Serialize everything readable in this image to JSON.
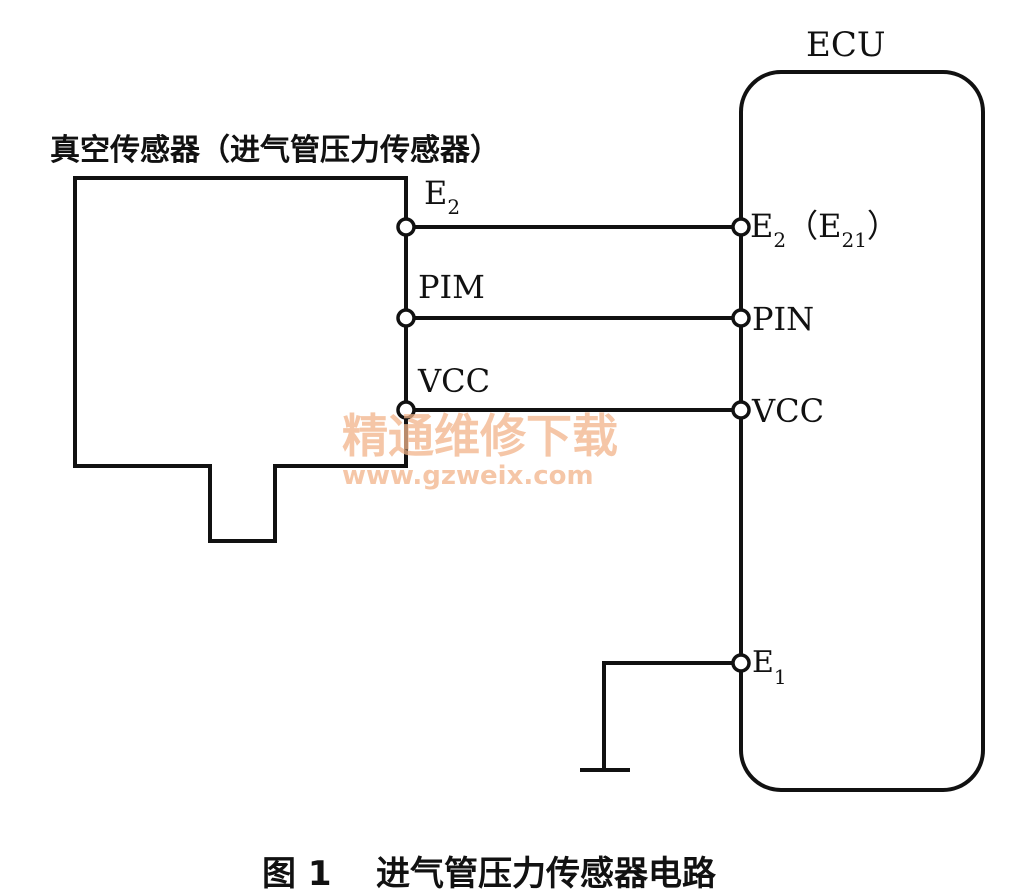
{
  "ecu": {
    "title": "ECU"
  },
  "sensor": {
    "title": "真空传感器（进气管压力传感器）"
  },
  "sensor_pins": {
    "e2": {
      "main": "E",
      "sub": "2"
    },
    "pim": "PIM",
    "vcc": "VCC"
  },
  "ecu_pins": {
    "e2": {
      "main": "E",
      "sub": "2",
      "paren_main": "（E",
      "paren_sub": "21",
      "paren_close": "）"
    },
    "pin": "PIN",
    "vcc": "VCC",
    "e1": {
      "main": "E",
      "sub": "1"
    }
  },
  "watermark": {
    "line1": "精通维修下载",
    "line2": "www.gzweix.com"
  },
  "caption": {
    "number": "图 1",
    "text": "进气管压力传感器电路"
  }
}
